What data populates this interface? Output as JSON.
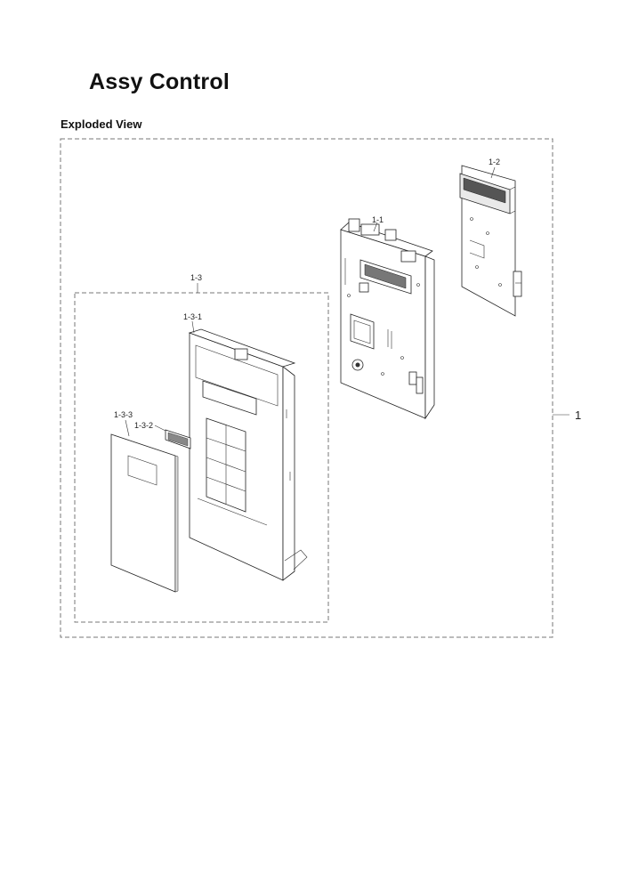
{
  "page": {
    "title": "Assy Control",
    "subtitle": "Exploded View"
  },
  "callouts": {
    "assy": "1",
    "frame": "1-1",
    "pcb": "1-2",
    "panel_group": "1-3",
    "panel_body": "1-3-1",
    "window": "1-3-2",
    "sheet": "1-3-3"
  }
}
